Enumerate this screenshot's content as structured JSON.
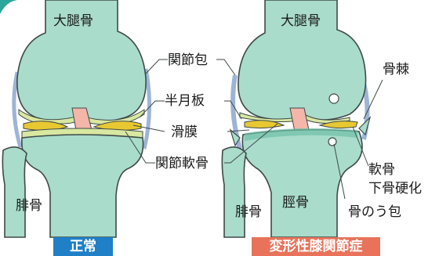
{
  "labels": {
    "femur_left": "大腿骨",
    "femur_right": "大腿骨",
    "joint_capsule": "関節包",
    "meniscus": "半月板",
    "synovium": "滑膜",
    "articular_cartilage": "関節軟骨",
    "fibula_left": "腓骨",
    "fibula_right": "腓骨",
    "tibia": "脛骨",
    "osteophyte": "骨棘",
    "subchondral_sclerosis_1": "軟骨",
    "subchondral_sclerosis_2": "下骨硬化",
    "bone_cyst": "骨のう包"
  },
  "captions": {
    "normal": "正常",
    "oa": "変形性膝関節症"
  },
  "colors": {
    "bone": "#a9dccb",
    "bone_dark": "#6fbfa6",
    "cartilage": "#d9e8a0",
    "meniscus": "#e8c832",
    "synovium": "#f3b6a8",
    "capsule": "#c5d6ea",
    "line": "#3f4a48",
    "normal_badge": "#1f7fc7",
    "oa_badge": "#e8735a",
    "corner_arc": "#2aa79a"
  }
}
